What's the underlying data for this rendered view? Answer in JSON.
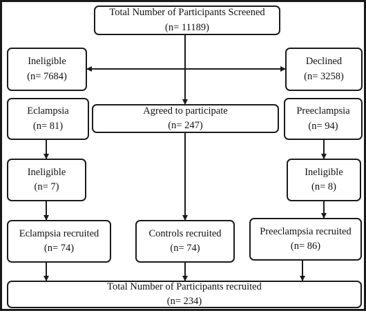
{
  "flowchart": {
    "nodes": [
      {
        "id": "screened",
        "title": "Total Number of Participants Screened",
        "count": "(n= 11189)"
      },
      {
        "id": "ineligible_initial",
        "title": "Ineligible",
        "count": "(n= 7684)"
      },
      {
        "id": "declined",
        "title": "Declined",
        "count": "(n= 3258)"
      },
      {
        "id": "agreed",
        "title": "Agreed to participate",
        "count": "(n= 247)"
      },
      {
        "id": "eclampsia",
        "title": "Eclampsia",
        "count": "(n= 81)"
      },
      {
        "id": "preeclampsia",
        "title": "Preeclampsia",
        "count": "(n= 94)"
      },
      {
        "id": "ineligible_eclampsia",
        "title": "Ineligible",
        "count": "(n= 7)"
      },
      {
        "id": "ineligible_preeclampsia",
        "title": "Ineligible",
        "count": "(n= 8)"
      },
      {
        "id": "eclampsia_recruited",
        "title": "Eclampsia recruited",
        "count": "(n= 74)"
      },
      {
        "id": "controls_recruited",
        "title": "Controls recruited",
        "count": "(n= 74)"
      },
      {
        "id": "preeclampsia_recruited",
        "title": "Preeclampsia recruited",
        "count": "(n= 86)"
      },
      {
        "id": "total_recruited",
        "title": "Total Number of Participants recruited",
        "count": "(n= 234)"
      }
    ],
    "edges": [
      {
        "from": "screened",
        "to": "agreed"
      },
      {
        "from": "screened",
        "to": "ineligible_initial"
      },
      {
        "from": "screened",
        "to": "declined"
      },
      {
        "from": "eclampsia",
        "to": "ineligible_eclampsia"
      },
      {
        "from": "ineligible_eclampsia",
        "to": "eclampsia_recruited"
      },
      {
        "from": "agreed",
        "to": "controls_recruited"
      },
      {
        "from": "preeclampsia",
        "to": "ineligible_preeclampsia"
      },
      {
        "from": "ineligible_preeclampsia",
        "to": "preeclampsia_recruited"
      },
      {
        "from": "eclampsia_recruited",
        "to": "total_recruited"
      },
      {
        "from": "controls_recruited",
        "to": "total_recruited"
      },
      {
        "from": "preeclampsia_recruited",
        "to": "total_recruited"
      }
    ],
    "colors": {
      "stroke": "#1a1a1a",
      "text": "#111111",
      "background": "#ffffff"
    }
  }
}
